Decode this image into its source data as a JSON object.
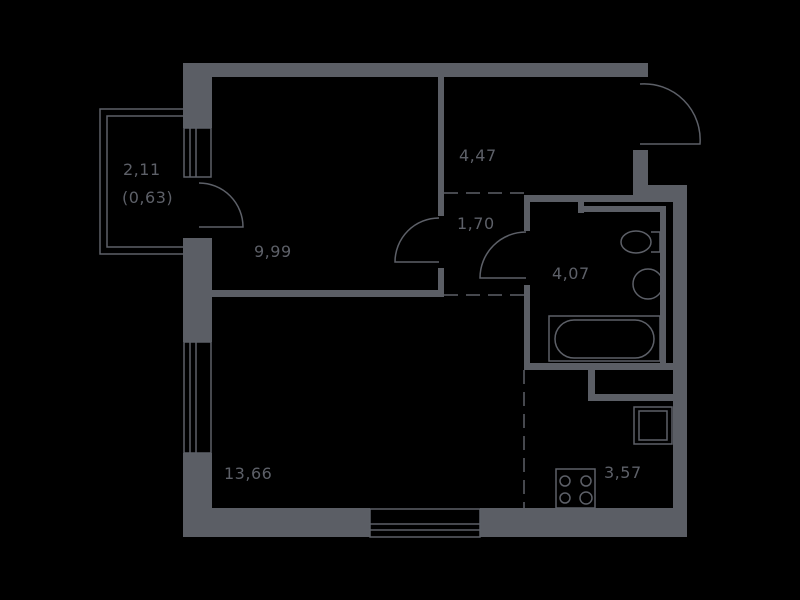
{
  "plan": {
    "wall_color": "#5b5e65",
    "line_color": "#5d6068",
    "background": "#000000"
  },
  "rooms": [
    {
      "id": "balcony",
      "area": "2,11",
      "area_reduced": "(0,63)"
    },
    {
      "id": "bedroom",
      "area": "9,99"
    },
    {
      "id": "hallway",
      "area": "4,47"
    },
    {
      "id": "corridor",
      "area": "1,70"
    },
    {
      "id": "bathroom",
      "area": "4,07"
    },
    {
      "id": "living-room",
      "area": "13,66"
    },
    {
      "id": "kitchen",
      "area": "3,57"
    }
  ]
}
